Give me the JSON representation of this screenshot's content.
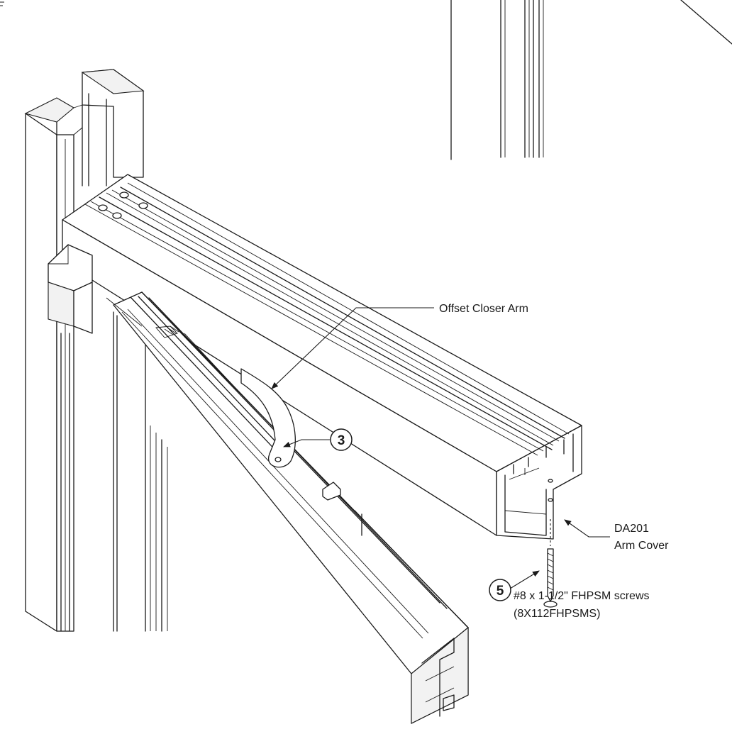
{
  "callouts": {
    "arm_label": "Offset Closer Arm",
    "item_3": "3",
    "item_5": "5",
    "cover_part": "DA201",
    "cover_name": "Arm Cover",
    "screw_desc": "#8 x 1-1/2\" FHPSM screws",
    "screw_code": "(8X112FHPSMS)"
  },
  "colors": {
    "line": "#1a1a1a",
    "background": "#ffffff"
  }
}
